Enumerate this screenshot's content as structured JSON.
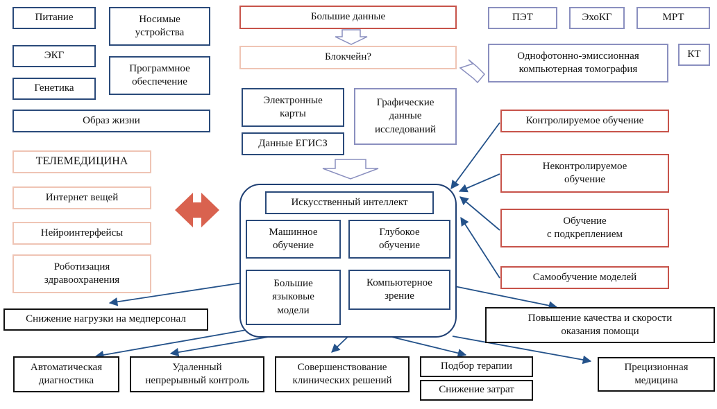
{
  "data_sources": {
    "nutrition": "Питание",
    "wearables": "Носимые\nустройства",
    "ecg": "ЭКГ",
    "software": "Программное\nобеспечение",
    "genetics": "Генетика",
    "lifestyle": "Образ жизни"
  },
  "center_top": {
    "big_data": "Большие данные",
    "blockchain": "Блокчейн?",
    "ehr": "Электронные\nкарты",
    "egisz": "Данные ЕГИСЗ",
    "imaging_data": "Графические\nданные\nисследований"
  },
  "imaging": {
    "pet": "ПЭТ",
    "echo": "ЭхоКГ",
    "mri": "МРТ",
    "spect": "Однофотонно-эмиссионная\nкомпьютерная томография",
    "ct": "КТ"
  },
  "technologies": {
    "telemedicine": "ТЕЛЕМЕДИЦИНА",
    "iot": "Интернет вещей",
    "neuro": "Нейроинтерфейсы",
    "robotics": "Роботизация\nздравоохранения"
  },
  "learning": {
    "supervised": "Контролируемое обучение",
    "unsupervised": "Неконтролируемое\nобучение",
    "reinforcement": "Обучение\nс подкреплением",
    "self": "Самообучение моделей"
  },
  "ai_core": {
    "title": "Искусственный интеллект",
    "ml": "Машинное\nобучение",
    "dl": "Глубокое\nобучение",
    "llm": "Большие\nязыковые\nмодели",
    "cv": "Компьютерное\nзрение"
  },
  "outcomes": {
    "workload": "Снижение нагрузки на медперсонал",
    "quality": "Повышение качества и скорости\nоказания помощи",
    "auto_diag": "Автоматическая\nдиагностика",
    "remote": "Удаленный\nнепрерывный контроль",
    "clinical": "Совершенствование\nклинических решений",
    "therapy": "Подбор терапии",
    "costs": "Снижение затрат",
    "precision": "Прецизионная\nмедицина"
  },
  "colors": {
    "navy": "#2a4a7a",
    "red": "#c7534a",
    "peach": "#efc4b4",
    "lavender": "#8a8fbf",
    "arrow_blue": "#24528a",
    "double_arrow": "#d9624f"
  }
}
